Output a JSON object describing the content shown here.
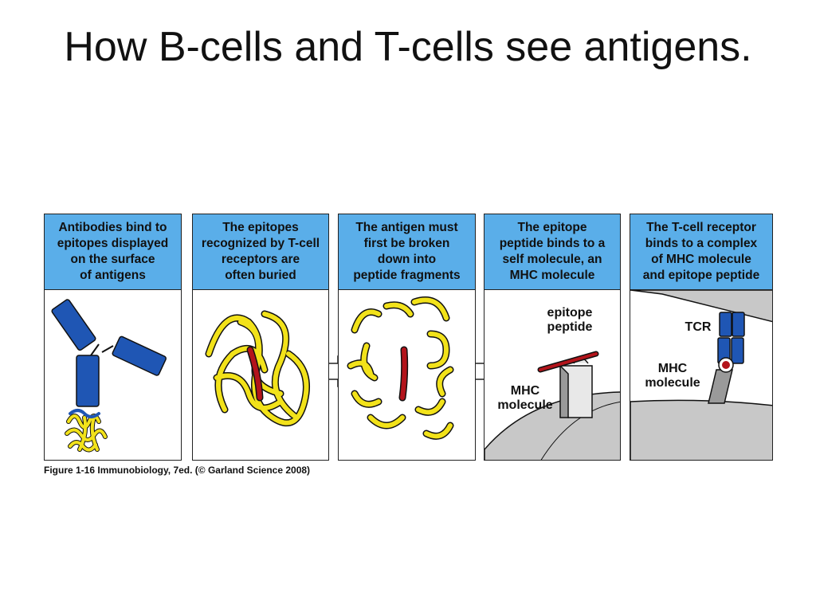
{
  "slide": {
    "title": "How B-cells and T-cells see antigens."
  },
  "figure": {
    "panels": [
      {
        "header": "Antibodies bind to\nepitopes displayed\non the surface\nof antigens"
      },
      {
        "header": "The epitopes\nrecognized by T-cell\nreceptors are\noften buried"
      },
      {
        "header": "The antigen must\nfirst be broken\ndown into\npeptide fragments"
      },
      {
        "header": "The epitope\npeptide binds to a\nself molecule, an\nMHC molecule"
      },
      {
        "header": "The T-cell receptor\nbinds to a complex\nof MHC molecule\nand epitope peptide"
      }
    ],
    "labels": {
      "epitope_peptide": "epitope\npeptide",
      "mhc_molecule_4": "MHC\nmolecule",
      "tcr": "TCR",
      "mhc_molecule_5": "MHC\nmolecule"
    },
    "caption": "Figure 1-16  Immunobiology, 7ed. (© Garland Science 2008)",
    "colors": {
      "header_blue": "#5aaee9",
      "antibody_blue": "#1f56b4",
      "protein_yellow": "#f2e21a",
      "epitope_red": "#b3141b",
      "cell_gray": "#c8c8c8"
    }
  }
}
